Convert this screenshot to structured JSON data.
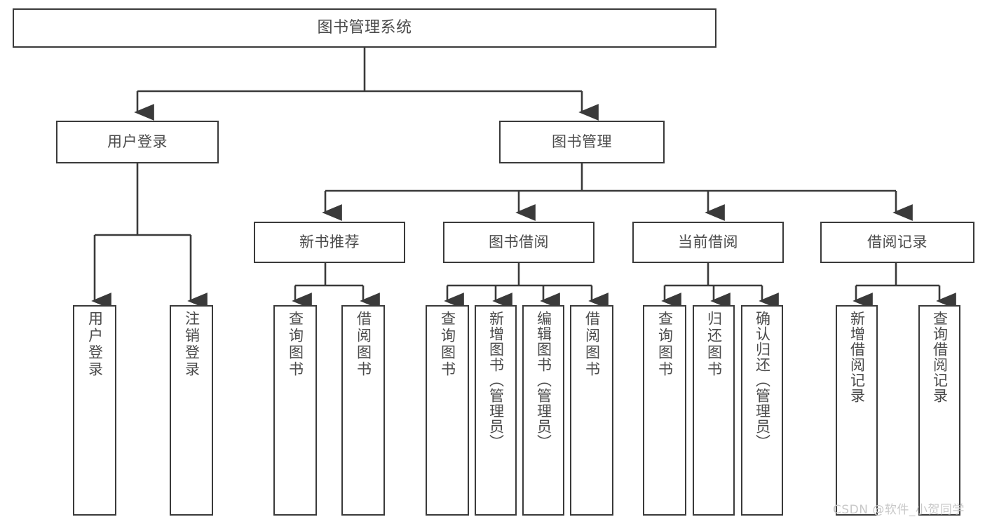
{
  "diagram": {
    "title": "图书管理系统",
    "type": "tree-hierarchy",
    "line_color": "#3a3a3a",
    "text_color": "#4b4b4b",
    "background_color": "#ffffff",
    "nodes": {
      "root": {
        "label": "图书管理系统"
      },
      "level2": [
        {
          "id": "user-login",
          "label": "用户登录"
        },
        {
          "id": "book-management",
          "label": "图书管理"
        }
      ],
      "level3": [
        {
          "id": "new-book-recommend",
          "label": "新书推荐"
        },
        {
          "id": "book-borrow",
          "label": "图书借阅"
        },
        {
          "id": "current-borrow",
          "label": "当前借阅"
        },
        {
          "id": "borrow-record",
          "label": "借阅记录"
        }
      ],
      "leaves": {
        "user_login": [
          {
            "id": "leaf-user-login",
            "label": "用户登录"
          },
          {
            "id": "leaf-logout",
            "label": "注销登录"
          }
        ],
        "new_book_recommend": [
          {
            "id": "leaf-query-book-1",
            "label": "查询图书"
          },
          {
            "id": "leaf-borrow-book-1",
            "label": "借阅图书"
          }
        ],
        "book_borrow": [
          {
            "id": "leaf-query-book-2",
            "label": "查询图书"
          },
          {
            "id": "leaf-add-book",
            "label": "新增图书（管理员）"
          },
          {
            "id": "leaf-edit-book",
            "label": "编辑图书（管理员）"
          },
          {
            "id": "leaf-borrow-book-2",
            "label": "借阅图书"
          }
        ],
        "current_borrow": [
          {
            "id": "leaf-query-book-3",
            "label": "查询图书"
          },
          {
            "id": "leaf-return-book",
            "label": "归还图书"
          },
          {
            "id": "leaf-confirm-return",
            "label": "确认归还（管理员）"
          }
        ],
        "borrow_record": [
          {
            "id": "leaf-add-record",
            "label": "新增借阅记录"
          },
          {
            "id": "leaf-query-record",
            "label": "查询借阅记录"
          }
        ]
      }
    }
  },
  "watermark": {
    "text": "CSDN @软件_小贺同学"
  }
}
